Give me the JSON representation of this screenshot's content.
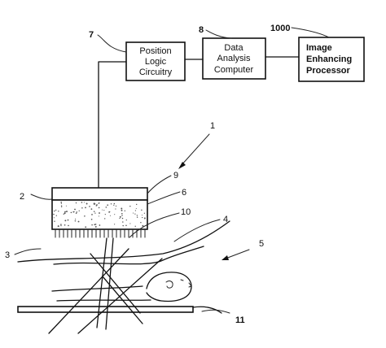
{
  "boxes": {
    "position_logic": {
      "line1": "Position",
      "line2": "Logic",
      "line3": "Circuitry"
    },
    "data_analysis": {
      "line1": "Data",
      "line2": "Analysis",
      "line3": "Computer"
    },
    "image_enhancing": {
      "line1": "Image",
      "line2": "Enhancing",
      "line3": "Processor"
    }
  },
  "refs": {
    "r1": "1",
    "r2": "2",
    "r3": "3",
    "r4": "4",
    "r5": "5",
    "r6": "6",
    "r7": "7",
    "r8": "8",
    "r9": "9",
    "r10": "10",
    "r11": "11",
    "r1000": "1000"
  }
}
